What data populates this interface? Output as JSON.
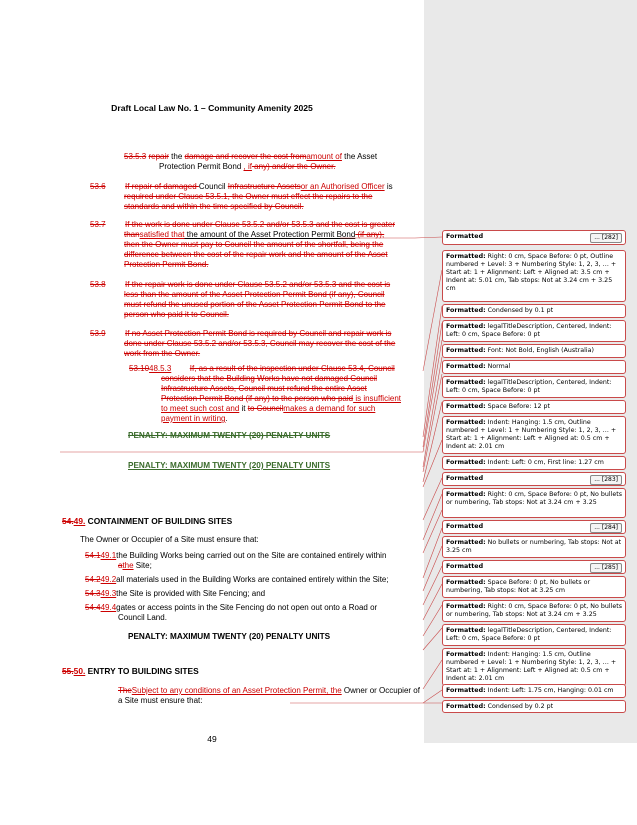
{
  "header": {
    "title": "Draft Local Law No. 1 – Community Amenity 2025"
  },
  "page_number": "49",
  "body": {
    "p1_a": "53.5.3",
    "p1_b": "repair",
    "p1_c": " the ",
    "p1_d": "damage and recover the cost from",
    "p1_e": "amount of",
    "p1_f": " the Asset",
    "p1_g": "Protection Permit Bond",
    "p1_h": " ",
    "p1_i": ", if",
    "p1_j": " any) and/or the Owner.",
    "p2": [
      "53.6",
      "If repair of damaged ",
      "Council ",
      "Infrastructure Assets",
      "or an Authorised Officer",
      " is",
      "required under Clause 53.5.1, the Owner must effect the repairs to the",
      "standards and within the time specified by Council."
    ],
    "p3": [
      "53.7",
      "If the work is done under Clause 53.5.2 and/or 53.5.3 and the cost is greater",
      "than",
      "satisfied that",
      " the amount of the Asset Protection Permit Bond",
      " (if any),",
      "then the Owner must pay to Council the amount of the shortfall, being the",
      "difference between the cost of the repair work and the amount of the Asset",
      "Protection Permit Bond."
    ],
    "p4": [
      "53.8",
      "If the repair work is done under Clause 53.5.2 and/or 53.5.3 and the cost is",
      "less than the amount of the Asset Protection Permit Bond (if any), Council",
      "must refund the unused portion of the Asset Protection Permit Bond to the",
      "person who paid it to Council."
    ],
    "p5": [
      "53.9",
      "If no Asset Protection Permit Bond is required by Council and repair work is",
      "done under Clause 53.5.2 and/or 53.5.3, Council may recover the cost of the",
      "work from the Owner."
    ],
    "p6": [
      "53.10",
      "48.5.3",
      "If, as a result of the inspection under Clause 53.4, Council",
      "considers that the Building Works have not damaged Council",
      "Infrastructure Assets, Council must refund the entire Asset",
      "Protection Permit Bond (if any) to the person who paid",
      " is insufficient",
      "to meet such cost and",
      " it ",
      "to Council",
      "makes a demand for such",
      "payment in writing",
      "."
    ],
    "penalty_del": "PENALTY: MAXIMUM TWENTY (20) PENALTY UNITS",
    "penalty_ins": "PENALTY: MAXIMUM TWENTY (20) PENALTY UNITS",
    "h49": [
      "54.",
      "49.",
      " CONTAINMENT OF BUILDING SITES"
    ],
    "owner": "The Owner or Occupier of a Site must ensure that:",
    "l1": [
      "54.1",
      "49.1",
      "the Building Works being carried out on the Site are contained entirely within",
      "a",
      "the",
      " Site;"
    ],
    "l2": [
      "54.2",
      "49.2",
      "all materials used in the Building Works are contained entirely within the Site;"
    ],
    "l3": [
      "54.3",
      "49.3",
      "the Site is provided with Site Fencing; and"
    ],
    "l4": [
      "54.4",
      "49.4",
      "gates or access points in the Site Fencing do not open out onto a Road or",
      "Council Land."
    ],
    "penalty2": "PENALTY: MAXIMUM TWENTY (20) PENALTY UNITS",
    "h50": [
      "55.",
      "50.",
      " ENTRY TO BUILDING SITES"
    ],
    "last": [
      "The",
      "Subject to any conditions of an Asset Protection Permit, the",
      " Owner or Occupier of",
      "a Site must ensure that:"
    ]
  },
  "comments": [
    {
      "label": "Formatted",
      "text": "",
      "tag": "... [282]"
    },
    {
      "label": "Formatted:",
      "text": " Right:  0 cm, Space Before:  0 pt, Outline numbered + Level: 3 + Numbering Style: 1, 2, 3, … + Start at: 1 + Alignment: Left + Aligned at:  3.5 cm + Indent at:  5.01 cm, Tab stops: Not at  3.24 cm +  3.25 cm",
      "tag": ""
    },
    {
      "label": "Formatted:",
      "text": " Condensed by  0.1 pt",
      "tag": ""
    },
    {
      "label": "Formatted:",
      "text": " legalTitleDescription, Centered, Indent: Left:  0 cm, Space Before:  0 pt",
      "tag": ""
    },
    {
      "label": "Formatted:",
      "text": " Font: Not Bold, English (Australia)",
      "tag": ""
    },
    {
      "label": "Formatted:",
      "text": " Normal",
      "tag": ""
    },
    {
      "label": "Formatted:",
      "text": " legalTitleDescription, Centered, Indent: Left:  0 cm, Space Before:  0 pt",
      "tag": ""
    },
    {
      "label": "Formatted:",
      "text": " Space Before:  12 pt",
      "tag": ""
    },
    {
      "label": "Formatted:",
      "text": " Indent: Hanging:  1.5 cm, Outline numbered + Level: 1 + Numbering Style: 1, 2, 3, … + Start at: 1 + Alignment: Left + Aligned at:  0.5 cm + Indent at:  2.01 cm",
      "tag": ""
    },
    {
      "label": "Formatted:",
      "text": " Indent: Left:  0 cm, First line:  1.27 cm",
      "tag": ""
    },
    {
      "label": "Formatted",
      "text": "",
      "tag": "... [283]"
    },
    {
      "label": "Formatted:",
      "text": " Right:  0 cm, Space Before:  0 pt,  No bullets or numbering, Tab stops: Not at  3.24 cm +  3.25",
      "tag": ""
    },
    {
      "label": "Formatted",
      "text": "",
      "tag": "... [284]"
    },
    {
      "label": "Formatted:",
      "text": "  No bullets or numbering, Tab stops: Not at  3.25 cm",
      "tag": ""
    },
    {
      "label": "Formatted",
      "text": "",
      "tag": "... [285]"
    },
    {
      "label": "Formatted:",
      "text": " Space Before:  0 pt,  No bullets or numbering, Tab stops: Not at  3.25 cm",
      "tag": ""
    },
    {
      "label": "Formatted:",
      "text": " Right:  0 cm, Space Before:  0 pt,  No bullets or numbering, Tab stops: Not at  3.24 cm +  3.25",
      "tag": ""
    },
    {
      "label": "Formatted:",
      "text": " legalTitleDescription, Centered, Indent: Left:  0 cm, Space Before:  0 pt",
      "tag": ""
    },
    {
      "label": "Formatted:",
      "text": " Indent: Hanging:  1.5 cm, Outline numbered + Level: 1 + Numbering Style: 1, 2, 3, … + Start at: 1 + Alignment: Left + Aligned at:  0.5 cm + Indent at:  2.01 cm",
      "tag": ""
    },
    {
      "label": "Formatted:",
      "text": " Indent: Left:  1.75 cm, Hanging:  0.01 cm",
      "tag": ""
    },
    {
      "label": "Formatted:",
      "text": " Condensed by  0.2 pt",
      "tag": ""
    }
  ],
  "colors": {
    "revision": "#cc0000",
    "penalty_revision": "#3a6b2b",
    "margin_panel": "#e9e9e9"
  }
}
